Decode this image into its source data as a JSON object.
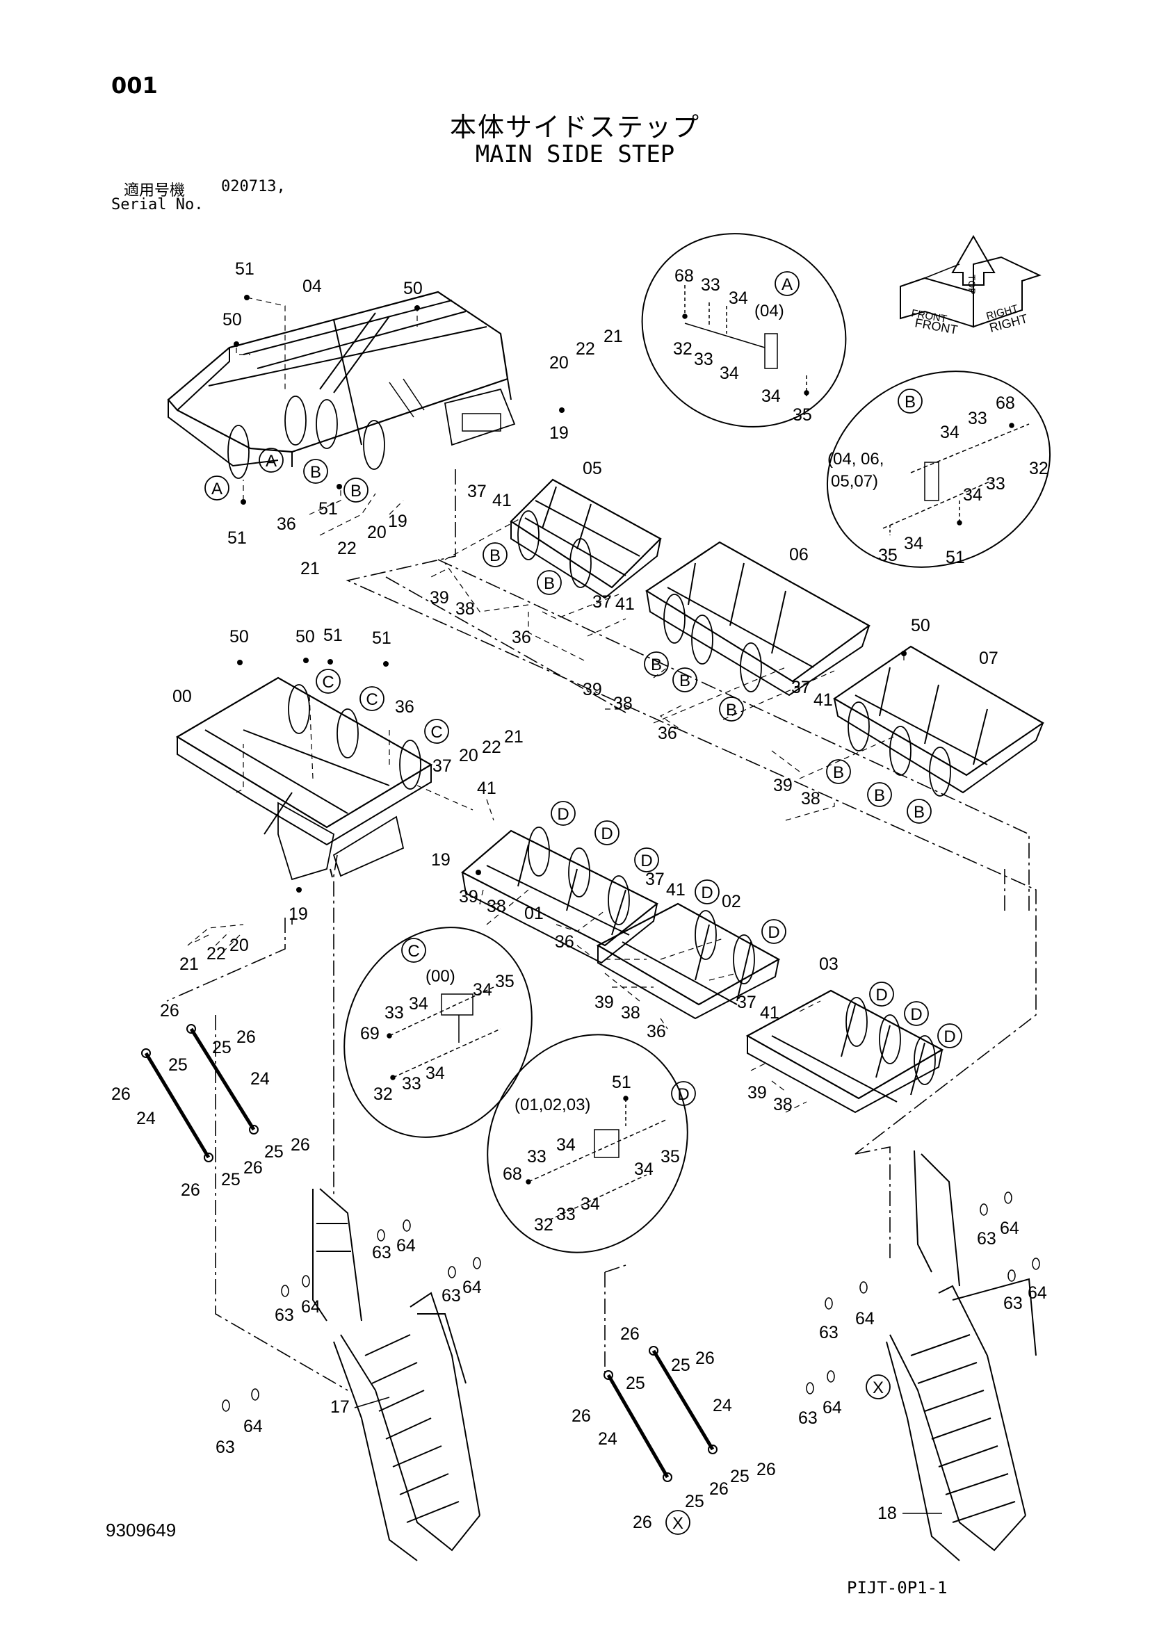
{
  "header": {
    "page_number": "001",
    "title_jp": "本体サイドステップ",
    "title_en": "MAIN SIDE STEP",
    "serial_label_jp": "適用号機",
    "serial_value": "020713,",
    "serial_label_en": "Serial No."
  },
  "footer": {
    "drawing_number": "9309649",
    "part_code": "PIJT-0P1-1"
  },
  "compass": {
    "front_small": "FRONT",
    "front": "FRONT",
    "top": "TOP",
    "right_small": "RIGHT",
    "right": "RIGHT"
  },
  "callouts": {
    "A": "A",
    "B": "B",
    "C": "C",
    "D": "D",
    "X": "X"
  },
  "detail_captions": {
    "a": "(04)",
    "b": "(04, 06,",
    "b2": "05,07)",
    "c": "(00)",
    "d": "(01,02,03)"
  },
  "labels": {
    "n00": "00",
    "n01": "01",
    "n02": "02",
    "n03": "03",
    "n04": "04",
    "n05": "05",
    "n06": "06",
    "n07": "07",
    "n17": "17",
    "n18": "18",
    "n19": "19",
    "n20": "20",
    "n21": "21",
    "n22": "22",
    "n24": "24",
    "n25": "25",
    "n26": "26",
    "n32": "32",
    "n33": "33",
    "n34": "34",
    "n35": "35",
    "n36": "36",
    "n37": "37",
    "n38": "38",
    "n39": "39",
    "n41": "41",
    "n50": "50",
    "n51": "51",
    "n63": "63",
    "n64": "64",
    "n68": "68",
    "n69": "69"
  },
  "colors": {
    "ink": "#000000",
    "paper": "#ffffff"
  }
}
